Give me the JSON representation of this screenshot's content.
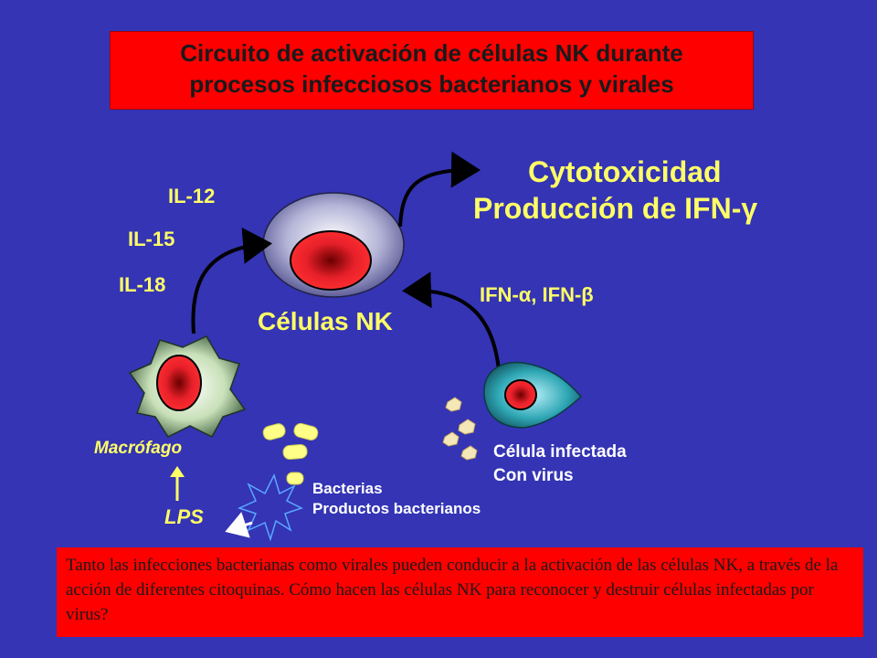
{
  "title": {
    "line1": "Circuito de activación de células NK durante",
    "line2": "procesos infecciosos bacterianos y virales"
  },
  "outcome": {
    "line1": "Cytotoxicidad",
    "line2": "Producción de IFN-γ"
  },
  "cytokines_macrophage": [
    "IL-12",
    "IL-15",
    "IL-18"
  ],
  "nk_label": "Células NK",
  "interferons_label": "IFN-α, IFN-β",
  "macrophage_label": "Macrófago",
  "lps_label": "LPS",
  "bacteria_label": {
    "line1": "Bacterias",
    "line2": "Productos bacterianos"
  },
  "infected_cell_label": {
    "line1": "Célula infectada",
    "line2": "Con virus"
  },
  "footnote": "Tanto las infecciones bacterianas como virales pueden conducir a la activación de las células NK, a través de la acción de diferentes citoquinas. Cómo hacen las células NK para reconocer y destruir células infectadas por virus?",
  "colors": {
    "background": "#3434b5",
    "title_box": "#ff0000",
    "label_yellow": "#ffff66",
    "nucleus_red": "#e8202a",
    "macrophage_green": "#b8d8a8",
    "infected_cell_teal": "#2fa7b5",
    "nk_cell_gray": "#9a9ac8"
  },
  "icons": [
    "nk-cell-icon",
    "macrophage-icon",
    "infected-cell-icon",
    "bacteria-icon",
    "virus-particle-icon",
    "lps-burst-icon",
    "arrow-icon"
  ]
}
